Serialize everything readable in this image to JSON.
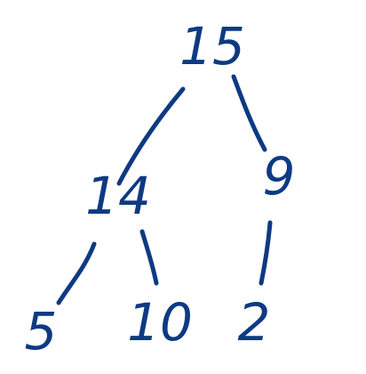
{
  "ink_color": "#0d3a82",
  "tree": {
    "root": {
      "label": "15"
    },
    "left": {
      "label": "14"
    },
    "right": {
      "label": "9"
    },
    "left_left": {
      "label": "5"
    },
    "left_right": {
      "label": "10"
    },
    "right_left": {
      "label": "2"
    }
  }
}
